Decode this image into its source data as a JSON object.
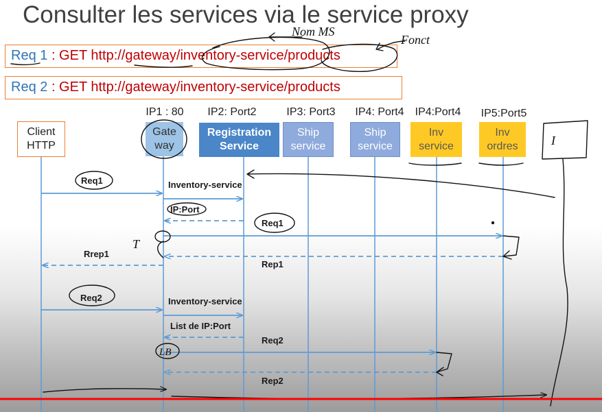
{
  "title": "Consulter les services via le service proxy",
  "requests": [
    {
      "label": "Req 1",
      "url": ": GET http://gateway/inventory-service/products"
    },
    {
      "label": "Req 2",
      "url": ": GET http://gateway/inventory-service/products"
    }
  ],
  "handwritten": {
    "nom_ms": "Nom MS",
    "fonct": "Fonct",
    "interface_box": "I",
    "t_mark": "T",
    "lb_mark": "LB"
  },
  "participants": [
    {
      "address": "",
      "line1": "Client",
      "line2": "HTTP"
    },
    {
      "address": "IP1 : 80",
      "line1": "Gate",
      "line2": "way"
    },
    {
      "address": "IP2: Port2",
      "line1": "Registration",
      "line2": "Service"
    },
    {
      "address": "IP3: Port3",
      "line1": "Ship",
      "line2": "service"
    },
    {
      "address": "IP4: Port4",
      "line1": "Ship",
      "line2": "service"
    },
    {
      "address": "IP4:Port4",
      "line1": "Inv",
      "line2": "service"
    },
    {
      "address": "IP5:Port5",
      "line1": "Inv",
      "line2": "ordres"
    }
  ],
  "messages": {
    "req1_client": "Req1",
    "inventory_service_1": "Inventory-service",
    "ip_port": "IP:Port",
    "req1_inv": "Req1",
    "rrep1": "Rrep1",
    "rep1": "Rep1",
    "req2_client": "Req2",
    "inventory_service_2": "Inventory-service",
    "list_ip_port": "List de IP:Port",
    "req2_inv": "Req2",
    "rep2": "Rep2"
  },
  "colors": {
    "arrow": "#5b9bd5",
    "request_box_border": "#ed7d31",
    "request_label": "#2e75b6",
    "request_url": "#c00000",
    "red_line": "#ff0000"
  }
}
